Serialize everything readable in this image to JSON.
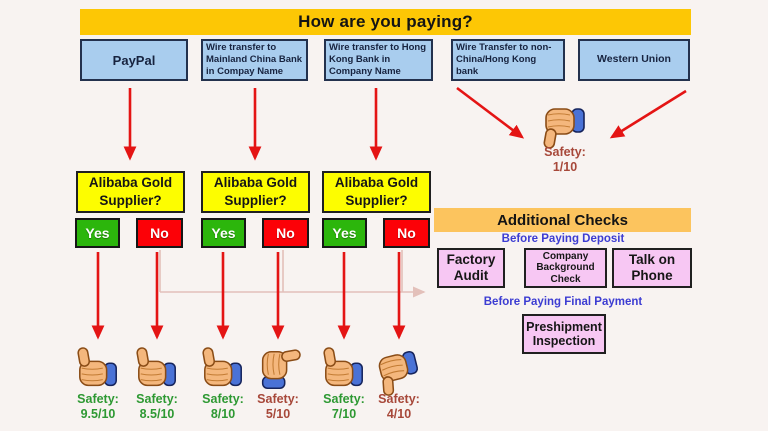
{
  "header": {
    "title": "How are you paying?"
  },
  "payment_methods": [
    {
      "label": "PayPal"
    },
    {
      "label": "Wire transfer to Mainland China Bank in Compay Name"
    },
    {
      "label": "Wire transfer to Hong Kong Bank in Company Name"
    },
    {
      "label": "Wire Transfer to non-China/Hong Kong bank"
    },
    {
      "label": "Western Union"
    }
  ],
  "question": {
    "label": "Alibaba Gold Supplier?"
  },
  "decisions": {
    "yes": "Yes",
    "no": "No"
  },
  "unsafe_summary": {
    "icon": "thumbs-down-icon",
    "label": "Safety:",
    "rating": "1/10"
  },
  "outcomes": [
    {
      "branch": "paypal-yes",
      "icon": "thumbs-up-icon",
      "label": "Safety:",
      "rating": "9.5/10",
      "tone": "positive"
    },
    {
      "branch": "paypal-no",
      "icon": "thumbs-up-icon",
      "label": "Safety:",
      "rating": "8.5/10",
      "tone": "positive"
    },
    {
      "branch": "mainland-yes",
      "icon": "thumbs-up-icon",
      "label": "Safety:",
      "rating": "8/10",
      "tone": "positive"
    },
    {
      "branch": "mainland-no",
      "icon": "thumbs-sideways-icon",
      "label": "Safety:",
      "rating": "5/10",
      "tone": "negative"
    },
    {
      "branch": "hongkong-yes",
      "icon": "thumbs-up-icon",
      "label": "Safety:",
      "rating": "7/10",
      "tone": "positive"
    },
    {
      "branch": "hongkong-no",
      "icon": "thumbs-down-tilted-icon",
      "label": "Safety:",
      "rating": "4/10",
      "tone": "negative"
    }
  ],
  "additional_checks": {
    "title": "Additional Checks",
    "deposit_heading": "Before Paying Deposit",
    "deposit_items": [
      {
        "label": "Factory Audit"
      },
      {
        "label": "Company Background Check"
      },
      {
        "label": "Talk on Phone"
      }
    ],
    "final_heading": "Before Paying Final Payment",
    "final_items": [
      {
        "label": "Preshipment Inspection"
      }
    ]
  },
  "colors": {
    "background": "#f8f3f1",
    "banner_gold": "#fdc705",
    "checks_orange": "#fcc45e",
    "payment_blue": "#a9cdee",
    "question_yellow": "#fdfd00",
    "yes_green": "#2cb60c",
    "no_red": "#fc0107",
    "pink_box": "#f7c7f3",
    "arrow_red": "#e41414",
    "faint_arrow": "#e3c0ba",
    "heading_blue": "#3c3cd2",
    "safe_text_green": "#2e9933",
    "unsafe_text_red": "#a7483a"
  }
}
